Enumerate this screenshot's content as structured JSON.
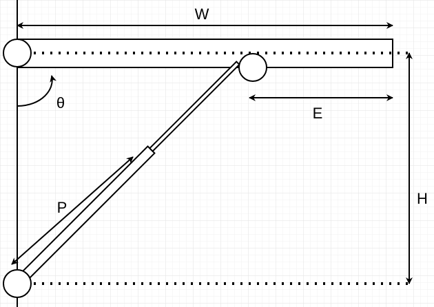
{
  "labels": {
    "width": "W",
    "height": "H",
    "offset": "E",
    "angle": "θ",
    "force": "P"
  },
  "colors": {
    "stroke": "#000000",
    "grid": "#e6e6e6",
    "background": "#ffffff"
  }
}
